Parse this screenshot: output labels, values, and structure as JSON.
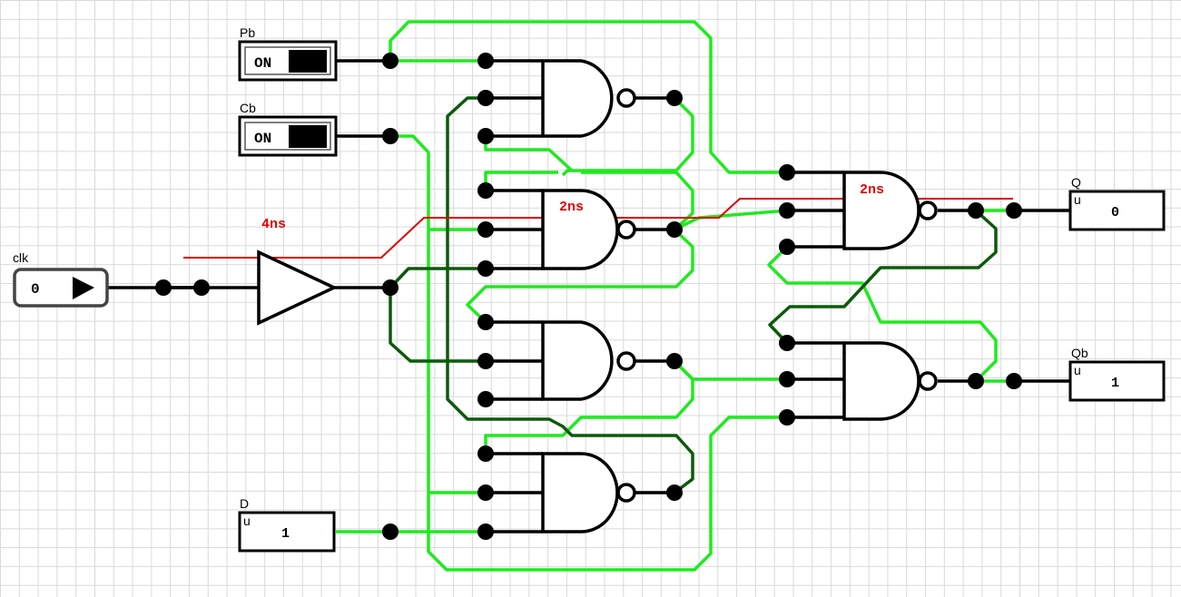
{
  "inputs": {
    "pb": {
      "label": "Pb",
      "state": "ON"
    },
    "cb": {
      "label": "Cb",
      "state": "ON"
    },
    "clk": {
      "label": "clk",
      "value": "0"
    },
    "d": {
      "label": "D",
      "unit": "u",
      "value": "1"
    }
  },
  "outputs": {
    "q": {
      "label": "Q",
      "unit": "u",
      "value": "0"
    },
    "qb": {
      "label": "Qb",
      "unit": "u",
      "value": "1"
    }
  },
  "delays": {
    "buffer": "4ns",
    "nand_mid": "2ns",
    "nand_out": "2ns"
  },
  "colors": {
    "wire_high": "#1eea1e",
    "wire_low": "#0b5a0b",
    "trace": "#e00000"
  }
}
